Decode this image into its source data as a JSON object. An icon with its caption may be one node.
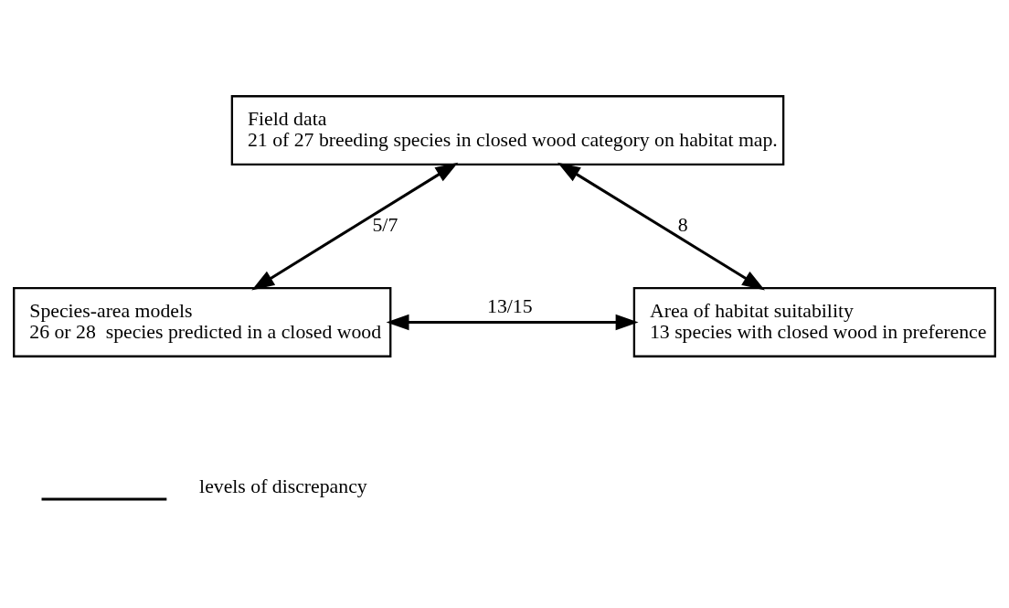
{
  "diagram": {
    "nodes": [
      {
        "text": [
          "Field data",
          "21 of 27 breeding species in closed wood category on habitat map."
        ]
      },
      {
        "text": [
          "Species-area models",
          "26 or 28  species predicted in a closed wood"
        ]
      },
      {
        "text": [
          "Area of habitat suitability",
          "13 species with closed wood in preference"
        ]
      }
    ],
    "edges": [
      {
        "from": 0,
        "to": 1,
        "arrow": "both",
        "label": "5/7"
      },
      {
        "from": 0,
        "to": 2,
        "arrow": "both",
        "label": "8"
      },
      {
        "from": 1,
        "to": 2,
        "arrow": "both",
        "label": "13/15"
      }
    ],
    "legend": [
      {
        "text": "levels of discrepancy"
      }
    ]
  }
}
